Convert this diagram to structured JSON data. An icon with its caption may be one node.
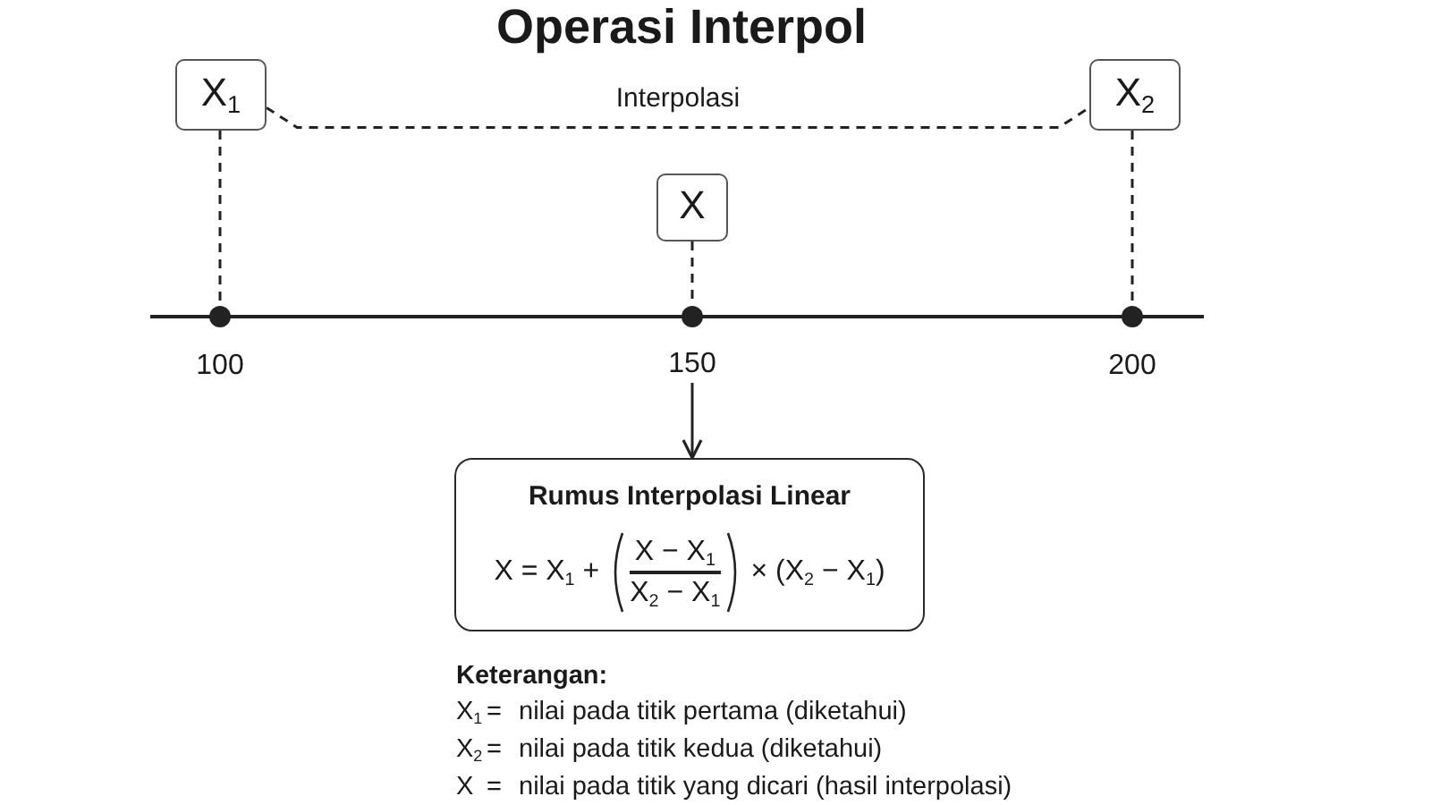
{
  "diagram": {
    "title": "Operasi Interpol",
    "nodes": [
      {
        "text": [
          "X$_{1}$"
        ]
      },
      {
        "text": [
          "X$_{2}$"
        ]
      },
      {
        "text": [
          "X"
        ]
      },
      {
        "text": [],
        "shape": "circle",
        "beside": [
          "100"
        ]
      },
      {
        "text": [],
        "shape": "circle"
      },
      {
        "text": [],
        "shape": "circle",
        "beside": [
          "200"
        ]
      },
      {
        "text": [
          "150"
        ]
      },
      {
        "text": [
          "Rumus Interpolasi Linear",
          "X = X$_{1}$ +",
          "X − X$_{1}$",
          "X$_{2}$ − X$_{1}$",
          "× (X$_{2}$ − X$_{1}$)"
        ]
      }
    ],
    "edges": [
      {
        "from": 0,
        "to": 1,
        "arrow": "none",
        "style": "dashed",
        "label": "Interpolasi"
      },
      {
        "from": 0,
        "to": 3,
        "arrow": "none",
        "style": "dashed"
      },
      {
        "from": 2,
        "to": 4,
        "arrow": "none",
        "style": "dashed"
      },
      {
        "from": 1,
        "to": 5,
        "arrow": "none",
        "style": "dashed"
      },
      {
        "from": 6,
        "to": 7,
        "arrow": "to"
      }
    ],
    "labels": [
      "Keterangan:",
      "X$_{1}$",
      "=",
      "nilai pada titik pertama (diketahui)",
      "X$_{2}$",
      "=",
      "nilai pada titik kedua (diketahui)",
      "X",
      "=",
      "nilai pada titik yang dicari (hasil interpolasi)"
    ]
  }
}
